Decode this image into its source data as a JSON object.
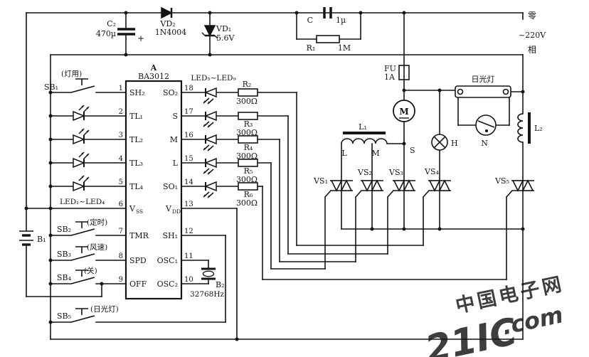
{
  "power": {
    "neutral": "零",
    "voltage": "~220V",
    "phase": "相",
    "fuse": {
      "ref": "FU",
      "value": "1A"
    }
  },
  "supply": {
    "c2": {
      "ref": "C₂",
      "value": "470µ",
      "plus": "+"
    },
    "vd2": {
      "ref": "VD₂",
      "value": "1N4004"
    },
    "vd1": {
      "ref": "VD₁",
      "value": "5.6V"
    },
    "c": {
      "ref": "C",
      "value": "1µ"
    },
    "r1": {
      "ref": "R₁",
      "value": "1M"
    }
  },
  "ic": {
    "ref": "A",
    "part": "BA3012",
    "pins_left": [
      {
        "num": "1",
        "name": "SH₂"
      },
      {
        "num": "2",
        "name": "TL₁"
      },
      {
        "num": "3",
        "name": "TL₂"
      },
      {
        "num": "4",
        "name": "TL₃"
      },
      {
        "num": "5",
        "name": "TL₄"
      },
      {
        "num": "6",
        "name": "V",
        "sub": "SS"
      },
      {
        "num": "7",
        "name": "TMR"
      },
      {
        "num": "8",
        "name": "SPD"
      },
      {
        "num": "9",
        "name": "OFF"
      }
    ],
    "pins_right": [
      {
        "num": "18",
        "name": "SO₂"
      },
      {
        "num": "17",
        "name": "S"
      },
      {
        "num": "16",
        "name": "M"
      },
      {
        "num": "15",
        "name": "L"
      },
      {
        "num": "14",
        "name": "SO₁"
      },
      {
        "num": "13",
        "name": "V",
        "sub": "DD"
      },
      {
        "num": "12",
        "name": "SH₁"
      },
      {
        "num": "11",
        "name": "OSC₁"
      },
      {
        "num": "10",
        "name": "OSC₂"
      }
    ]
  },
  "buttons": [
    {
      "ref": "SB₁",
      "fn": "(灯用)"
    },
    {
      "ref": "SB₂",
      "fn": "(定时)"
    },
    {
      "ref": "SB₃",
      "fn": "(风速)"
    },
    {
      "ref": "SB₄",
      "fn": "(关)"
    },
    {
      "ref": "SB₅",
      "fn": "(日光灯)"
    }
  ],
  "leds": {
    "group_left": "LED₁~LED₄",
    "group_right": "LED₅~LED₉"
  },
  "resistors": [
    {
      "ref": "R₂",
      "value": "300Ω"
    },
    {
      "ref": "R₃",
      "value": "300Ω"
    },
    {
      "ref": "R₄",
      "value": "300Ω"
    },
    {
      "ref": "R₅",
      "value": "300Ω"
    },
    {
      "ref": "R₆",
      "value": "300Ω"
    }
  ],
  "crystal": {
    "ref": "B₂",
    "value": "32768Hz"
  },
  "battery": {
    "ref": "B₁"
  },
  "inductors": {
    "l1": {
      "ref": "L₁",
      "taps": [
        "L",
        "M",
        "S"
      ]
    },
    "l2": {
      "ref": "L₂"
    }
  },
  "motor": {
    "label": "M"
  },
  "lamp": {
    "label": "H"
  },
  "starter": {
    "label": "N"
  },
  "fluorescent": {
    "label": "日光灯"
  },
  "triacs": [
    {
      "ref": "VS₁"
    },
    {
      "ref": "VS₂"
    },
    {
      "ref": "VS₃"
    },
    {
      "ref": "VS₄"
    },
    {
      "ref": "VS₅"
    }
  ],
  "watermark": {
    "cn": "中国电子网",
    "en": "21IC",
    "dotcom": ".com",
    "color_red": "#ec8393",
    "color_blue": "#9197c8"
  }
}
